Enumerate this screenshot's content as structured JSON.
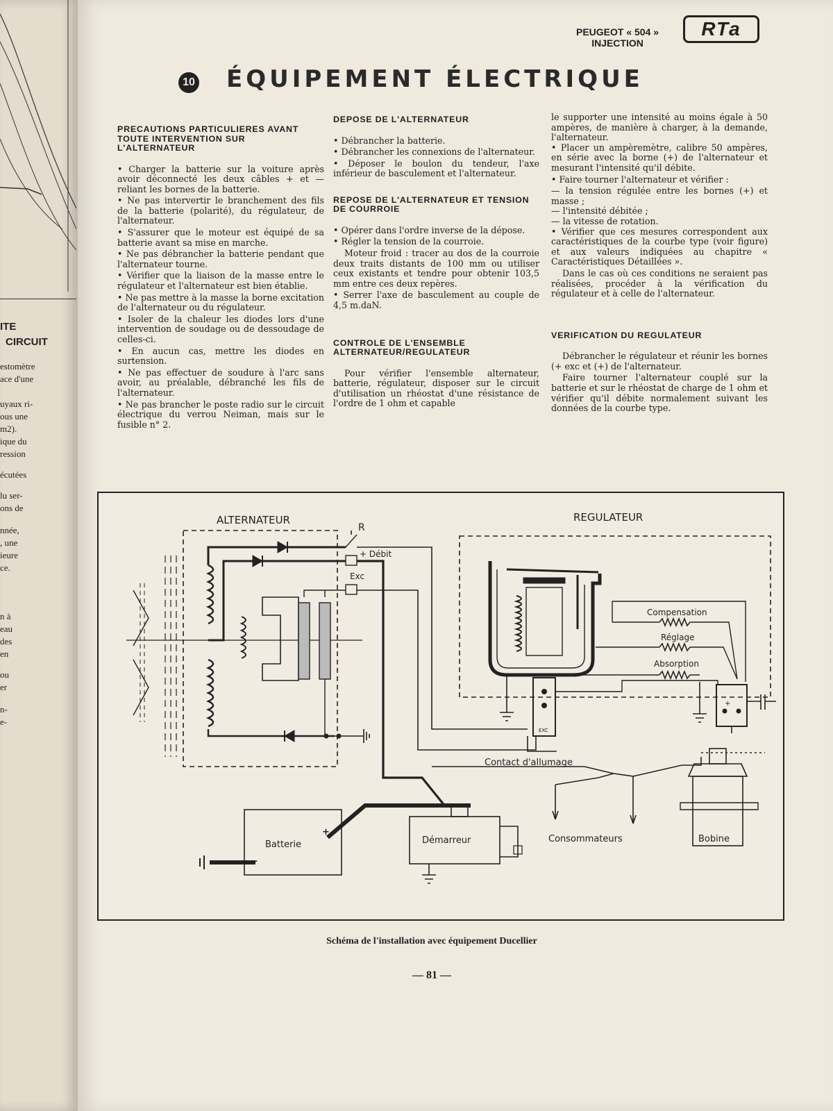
{
  "left_page": {
    "side_labels": [
      "ITE",
      "CIRCUIT"
    ],
    "lines": [
      "estomètre",
      "ace d'une",
      "uyaux ri-",
      "ous une",
      "m2).",
      "ique du",
      "ression",
      "écutées",
      "lu ser-",
      "ons de",
      "nnée,",
      ", une",
      "ieure",
      "ce.",
      "n à",
      "eau",
      "des",
      "en",
      "ou",
      "er",
      "n-",
      "e-"
    ]
  },
  "header": {
    "brand_line1": "PEUGEOT « 504 »",
    "brand_line2": "INJECTION",
    "logo": "RTa"
  },
  "section": {
    "number": "10",
    "title": "ÉQUIPEMENT ÉLECTRIQUE"
  },
  "col1": {
    "heading": "PRECAUTIONS PARTICULIERES AVANT TOUTE INTERVENTION SUR L'ALTERNATEUR",
    "items": [
      "Charger la batterie sur la voiture après avoir déconnecté les deux câbles + et — reliant les bornes de la batterie.",
      "Ne pas intervertir le branchement des fils de la batterie (polarité), du régulateur, de l'alternateur.",
      "S'assurer que le moteur est équipé de sa batterie avant sa mise en marche.",
      "Ne pas débrancher la batterie pendant que l'alternateur tourne.",
      "Vérifier que la liaison de la masse entre le régulateur et l'alternateur est bien établie.",
      "Ne pas mettre à la masse la borne excitation de l'alternateur ou du régulateur.",
      "Isoler de la chaleur les diodes lors d'une intervention de soudage ou de dessoudage de celles-ci.",
      "En aucun cas, mettre les diodes en surtension.",
      "Ne pas effectuer de soudure à l'arc sans avoir, au préalable, débranché les fils de l'alternateur.",
      "Ne pas brancher le poste radio sur le circuit électrique du verrou Neiman, mais sur le fusible n° 2."
    ]
  },
  "col2": {
    "depose_heading": "DEPOSE DE L'ALTERNATEUR",
    "depose_items": [
      "Débrancher la batterie.",
      "Débrancher les connexions de l'alternateur.",
      "Déposer le boulon du tendeur, l'axe inférieur de basculement et l'alternateur."
    ],
    "repose_heading": "REPOSE DE L'ALTERNATEUR ET TENSION DE COURROIE",
    "repose_items": [
      "Opérer dans l'ordre inverse de la dépose.",
      "Régler la tension de la courroie."
    ],
    "repose_para": "Moteur froid : tracer au dos de la courroie deux traits distants de 100 mm ou utiliser ceux existants et tendre pour obtenir 103,5 mm entre ces deux repères.",
    "repose_item3": "Serrer l'axe de basculement au couple de 4,5 m.daN.",
    "controle_heading": "CONTROLE DE L'ENSEMBLE ALTERNATEUR/REGULATEUR",
    "controle_para": "Pour vérifier l'ensemble alternateur, batterie, régulateur, disposer sur le circuit d'utilisation un rhéostat d'une résistance de l'ordre de 1 ohm et capable"
  },
  "col3": {
    "cont_para": "le supporter une intensité au moins égale à 50 ampères, de manière à charger, à la demande, l'alternateur.",
    "item1": "Placer un ampèremètre, calibre 50 ampères, en série avec la borne (+) de l'alternateur et mesurant l'intensité qu'il débite.",
    "item2": "Faire tourner l'alternateur et vérifier :",
    "dashes": [
      "la tension régulée entre les bornes (+) et masse ;",
      "l'intensité débitée ;",
      "la vitesse de rotation."
    ],
    "item3": "Vérifier que ces mesures correspondent aux caractéristiques de la courbe type (voir figure) et aux valeurs indiquées au chapitre « Caractéristiques Détaillées ».",
    "para2": "Dans le cas où ces conditions ne seraient pas réalisées, procéder à la vérification du régulateur et à celle de l'alternateur.",
    "verif_heading": "VERIFICATION DU REGULATEUR",
    "verif_para1": "Débrancher le régulateur et réunir les bornes (+ exc et (+) de l'alternateur.",
    "verif_para2": "Faire tourner l'alternateur couplé sur la batterie et sur le rhéostat de charge de 1 ohm et vérifier qu'il débite normalement suivant les données de la courbe type."
  },
  "diagram": {
    "labels": {
      "alternateur": "ALTERNATEUR",
      "regulateur": "REGULATEUR",
      "r": "R",
      "debit": "+ Débit",
      "exc": "Exc",
      "compensation": "Compensation",
      "reglage": "Réglage",
      "absorption": "Absorption",
      "contact": "Contact d'allumage",
      "batterie": "Batterie",
      "demarreur": "Démarreur",
      "consommateurs": "Consommateurs",
      "bobine": "Bobine",
      "plus": "+",
      "minus": "—",
      "exc_small": "EXC"
    }
  },
  "caption": "Schéma de l'installation avec équipement Ducellier",
  "page_number": "— 81 —"
}
